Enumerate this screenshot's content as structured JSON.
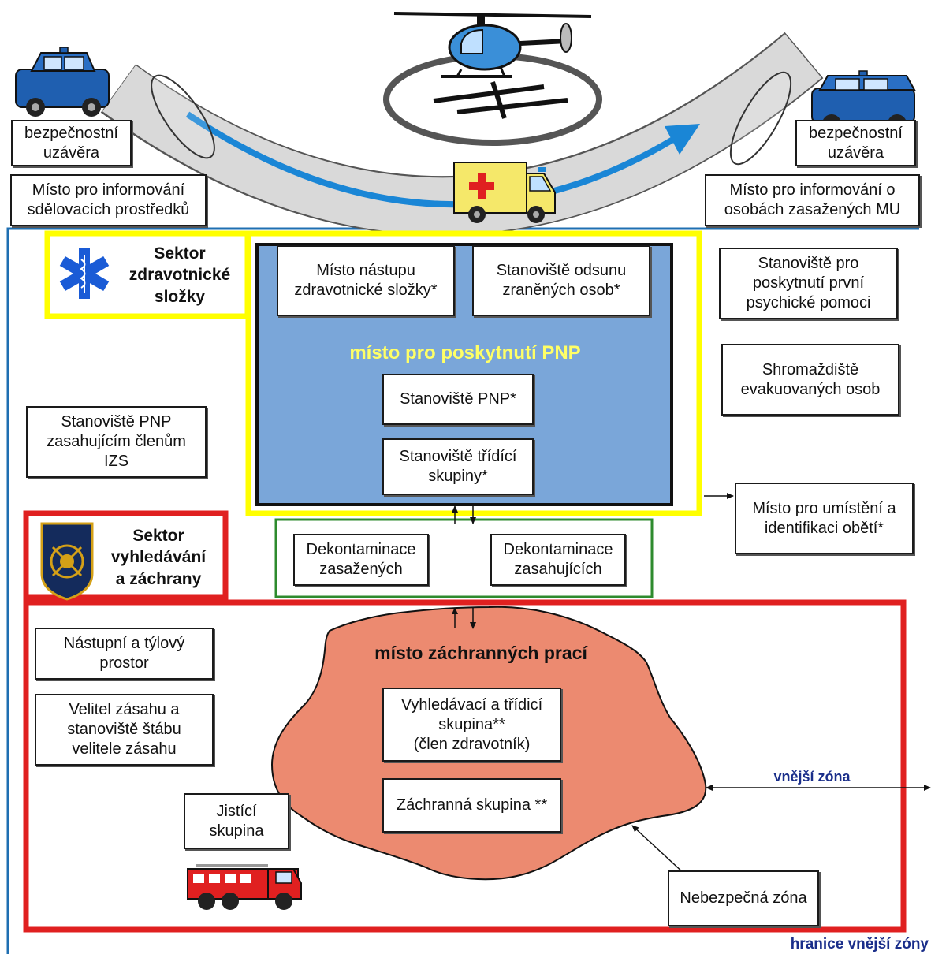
{
  "colors": {
    "outer_boundary": "#1f6fb2",
    "road": "#d9d9d9",
    "route_arrow": "#1a86d6",
    "medical_sector_border": "#ffff00",
    "medical_area_fill": "#7aa6d9",
    "medical_area_title": "#ffff66",
    "rescue_sector_border": "#e02020",
    "decontamination_border": "#2e8b2e",
    "danger_zone_fill": "#ec8a70",
    "zone_label_text": "#1a2e8a"
  },
  "icons": {
    "police_car_left": "police-car-icon",
    "police_car_right": "police-car-icon",
    "helicopter": "helicopter-icon",
    "helipad": "helipad-icon",
    "ambulance": "ambulance-icon",
    "star_of_life": "star-of-life-icon",
    "fire_rescue_emblem": "fire-rescue-emblem-icon",
    "fire_truck": "fire-truck-icon"
  },
  "top": {
    "closure_left": "bezpečnostní\nuzávěra",
    "closure_right": "bezpečnostní\nuzávěra",
    "media_point": "Místo pro informování\nsdělovacích prostředků",
    "affected_info_point": "Místo pro informování o\nosobách zasažených MU"
  },
  "medical_sector": {
    "label": "Sektor\nzdravotnické\nsložky",
    "boarding_point": "Místo nástupu\nzdravotnické složky*",
    "evacuation_post": "Stanoviště odsunu\nzraněných osob*",
    "area_title": "místo pro poskytnutí PNP",
    "pnp_post": "Stanoviště PNP*",
    "triage_post": "Stanoviště třídící\nskupiny*"
  },
  "side": {
    "psych_help": "Stanoviště pro\nposkytnutí první\npsychické pomoci",
    "evacuee_assembly": "Shromaždiště\nevakuovaných osob",
    "pnp_for_izs": "Stanoviště PNP\nzasahujícím členům\nIZS",
    "victims_placement": "Místo pro umístění a\nidentifikaci obětí*"
  },
  "decontamination": {
    "affected": "Dekontaminace\nzasažených",
    "responders": "Dekontaminace\nzasahujících"
  },
  "rescue_sector": {
    "label": "Sektor\nvyhledávání\na záchrany",
    "staging_area": "Nástupní a týlový\nprostor",
    "commander": "Velitel zásahu a\nstanoviště štábu\nvelitele zásahu",
    "safety_group": "Jistící\nskupina",
    "rescue_site_title": "místo záchranných prací",
    "search_triage_group": "Vyhledávací a třídicí\nskupina**\n(člen zdravotník)",
    "rescue_group": "Záchranná skupina **",
    "danger_zone": "Nebezpečná zóna",
    "outer_zone": "vnější zóna"
  },
  "outer_boundary_label": "hranice vnější zóny"
}
